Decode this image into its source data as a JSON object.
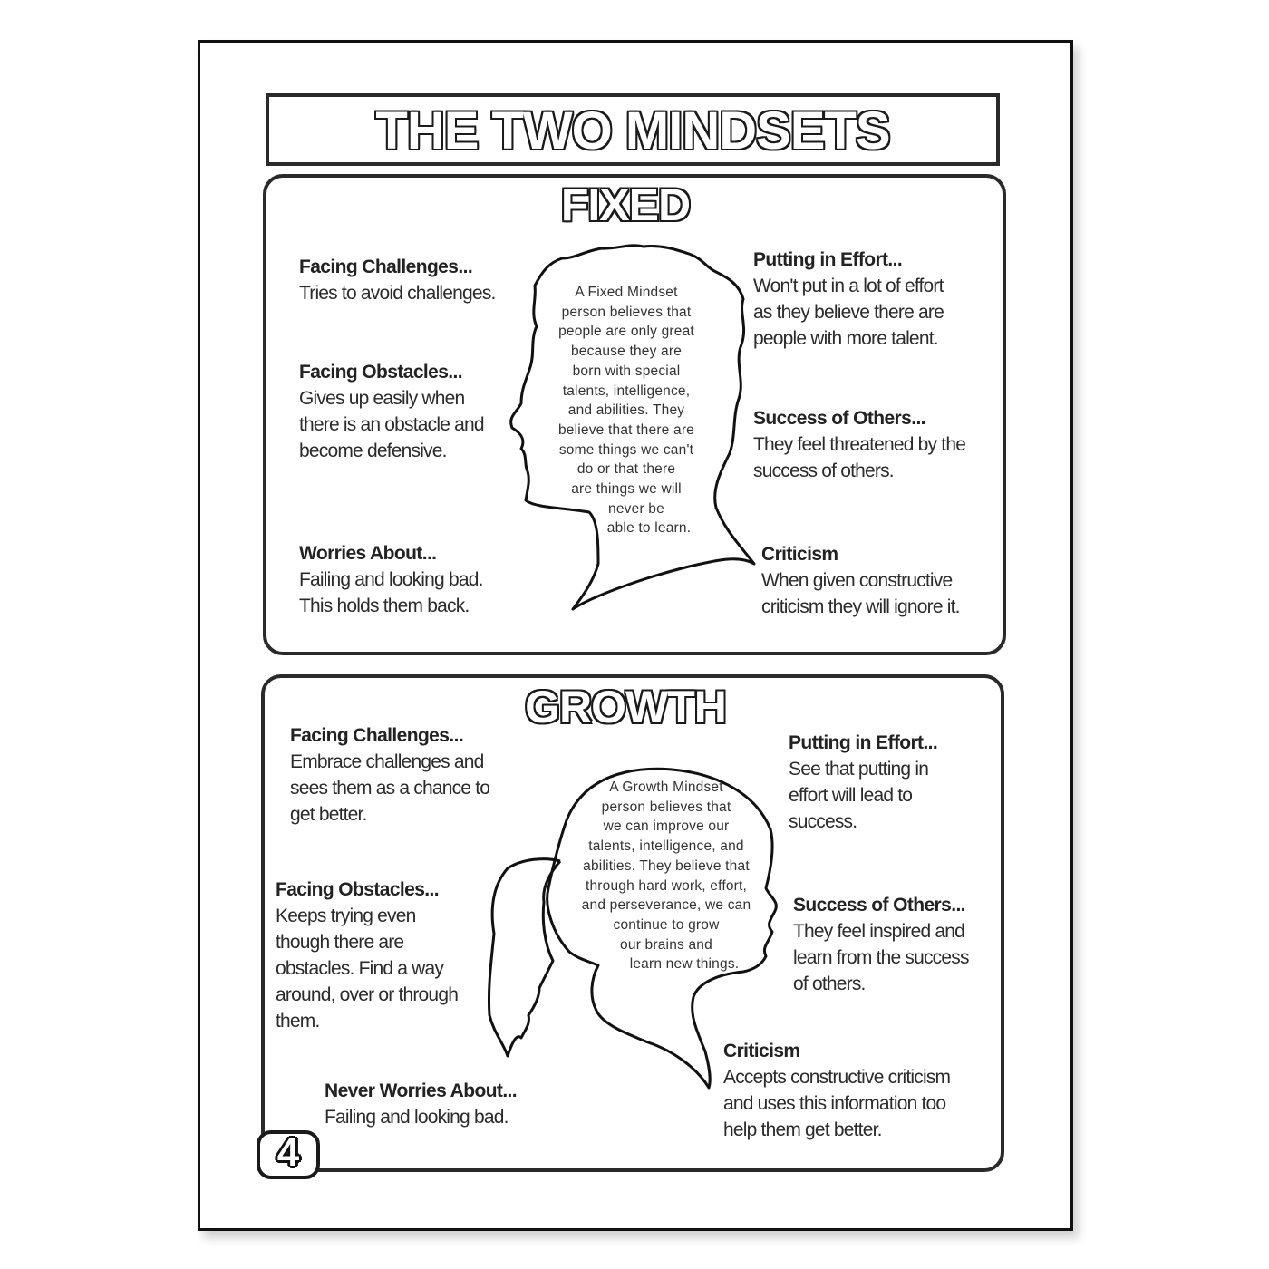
{
  "title": "THE TWO MINDSETS",
  "fixed": {
    "heading": "FIXED",
    "center_text": [
      "A Fixed Mindset",
      "person believes that",
      "people are only great",
      "because they are",
      "born with special",
      "talents, intelligence,",
      "and abilities. They",
      "believe that there are",
      "some things we can't",
      "do or that there",
      "are things we will",
      "never be",
      "able to learn."
    ],
    "facing_challenges": {
      "heading": "Facing Challenges...",
      "lines": [
        "Tries to avoid challenges."
      ]
    },
    "facing_obstacles": {
      "heading": "Facing Obstacles...",
      "lines": [
        "Gives up easily when",
        "there is an obstacle and",
        "become defensive."
      ]
    },
    "worries_about": {
      "heading": "Worries About...",
      "lines": [
        "Failing and looking bad.",
        "This holds them back."
      ]
    },
    "putting_in_effort": {
      "heading": "Putting in Effort...",
      "lines": [
        "Won't put in a lot of effort",
        "as they believe there are",
        "people with more talent."
      ]
    },
    "success_of_others": {
      "heading": "Success of Others...",
      "lines": [
        "They feel threatened by the",
        "success of others."
      ]
    },
    "criticism": {
      "heading": "Criticism",
      "lines": [
        "When given constructive",
        "criticism they will ignore it."
      ]
    }
  },
  "growth": {
    "heading": "GROWTH",
    "center_text": [
      "A Growth Mindset",
      "person believes that",
      "we can improve our",
      "talents, intelligence, and",
      "abilities. They believe that",
      "through hard work, effort,",
      "and perseverance, we can",
      "continue to grow",
      "our brains and",
      "learn new things."
    ],
    "facing_challenges": {
      "heading": "Facing Challenges...",
      "lines": [
        "Embrace challenges and",
        "sees them as a chance to",
        "get better."
      ]
    },
    "facing_obstacles": {
      "heading": "Facing Obstacles...",
      "lines": [
        "Keeps trying even",
        "though there are",
        "obstacles. Find a way",
        "around, over or through",
        "them."
      ]
    },
    "never_worries_about": {
      "heading": "Never Worries About...",
      "lines": [
        "Failing and looking bad."
      ]
    },
    "putting_in_effort": {
      "heading": "Putting in Effort...",
      "lines": [
        "See that putting in",
        "effort will lead to",
        "success."
      ]
    },
    "success_of_others": {
      "heading": "Success of Others...",
      "lines": [
        "They feel inspired and",
        "learn from the success",
        "of others."
      ]
    },
    "criticism": {
      "heading": "Criticism",
      "lines": [
        "Accepts constructive criticism",
        "and uses this information too",
        "help them get better."
      ]
    }
  },
  "page_number": "4"
}
